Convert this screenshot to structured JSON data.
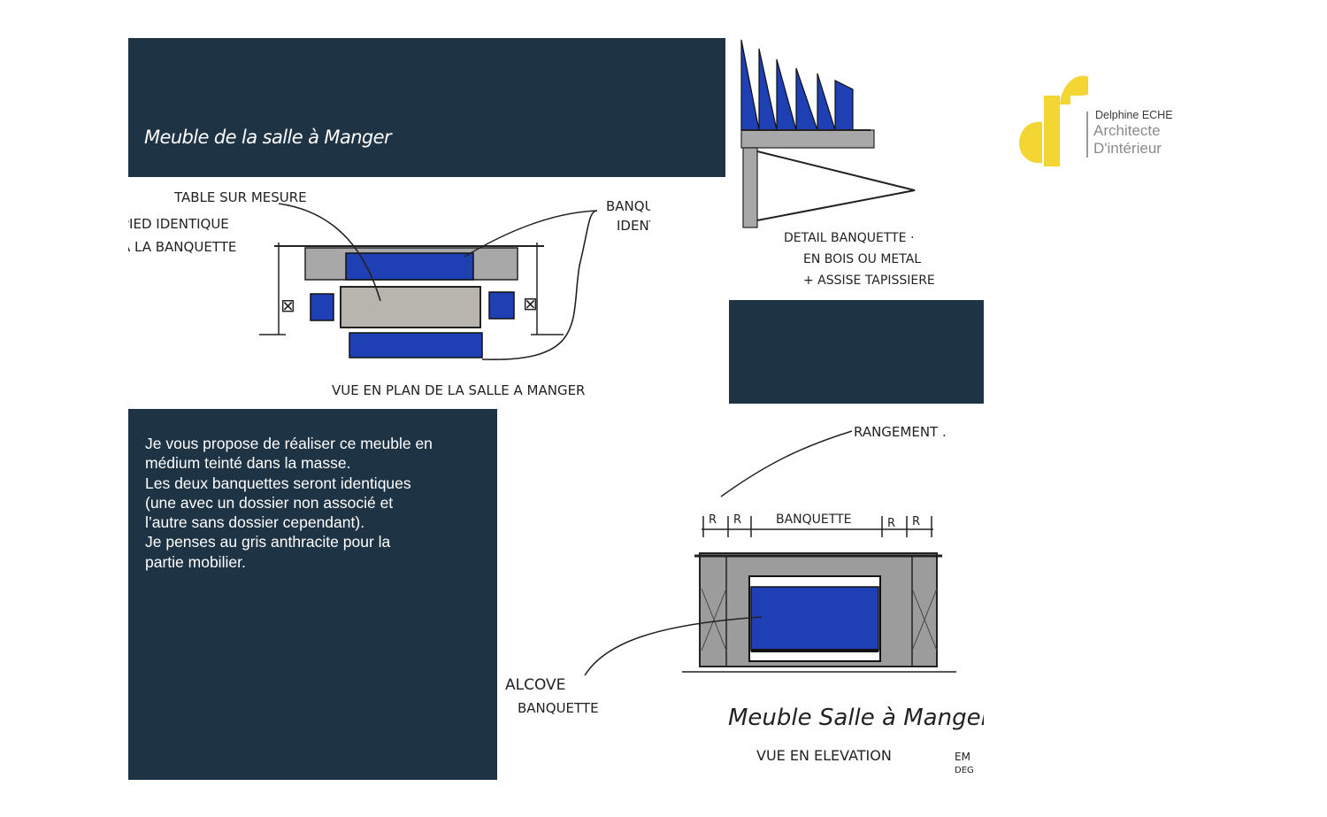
{
  "title": "Meuble de la salle à Manger",
  "description": {
    "lines": [
      "Je vous propose de réaliser ce meuble en",
      "médium teinté dans la masse.",
      "Les deux banquettes seront identiques",
      "(une avec un dossier non associé et",
      "l’autre sans dossier cependant).",
      "Je penses au gris anthracite pour la",
      "partie mobilier."
    ]
  },
  "sketch_plan": {
    "label_table": "TABLE SUR MESURE",
    "label_pied_1": "PIED IDENTIQUE",
    "label_pied_2": "A LA BANQUETTE",
    "label_banquettes_1": "BANQUETTES",
    "label_banquettes_2": "IDENTIQUES",
    "caption": "VUE EN PLAN DE LA SALLE A MANGER"
  },
  "sketch_detail": {
    "caption_1": "DETAIL BANQUETTE ·",
    "caption_2": "EN BOIS OU METAL",
    "caption_3": "+ ASSISE TAPISSIERE"
  },
  "sketch_elevation": {
    "label_rangement": "RANGEMENT .",
    "label_r": "R",
    "label_banquette": "BANQUETTE",
    "label_alcove_1": "ALCOVE",
    "label_alcove_2": "BANQUETTE",
    "caption_1": "Meuble Salle à Manger",
    "caption_2": "VUE EN ELEVATION",
    "corner_1": "EM",
    "corner_2": "DEG"
  },
  "logo": {
    "name": "Delphine ECHE",
    "line1": "Architecte",
    "line2": "D'intérieur"
  },
  "colors": {
    "navy": "#1e3344",
    "sketch_blue": "#1f3fb4",
    "sketch_grey": "#a8a8a8",
    "logo_yellow": "#f3d631"
  }
}
